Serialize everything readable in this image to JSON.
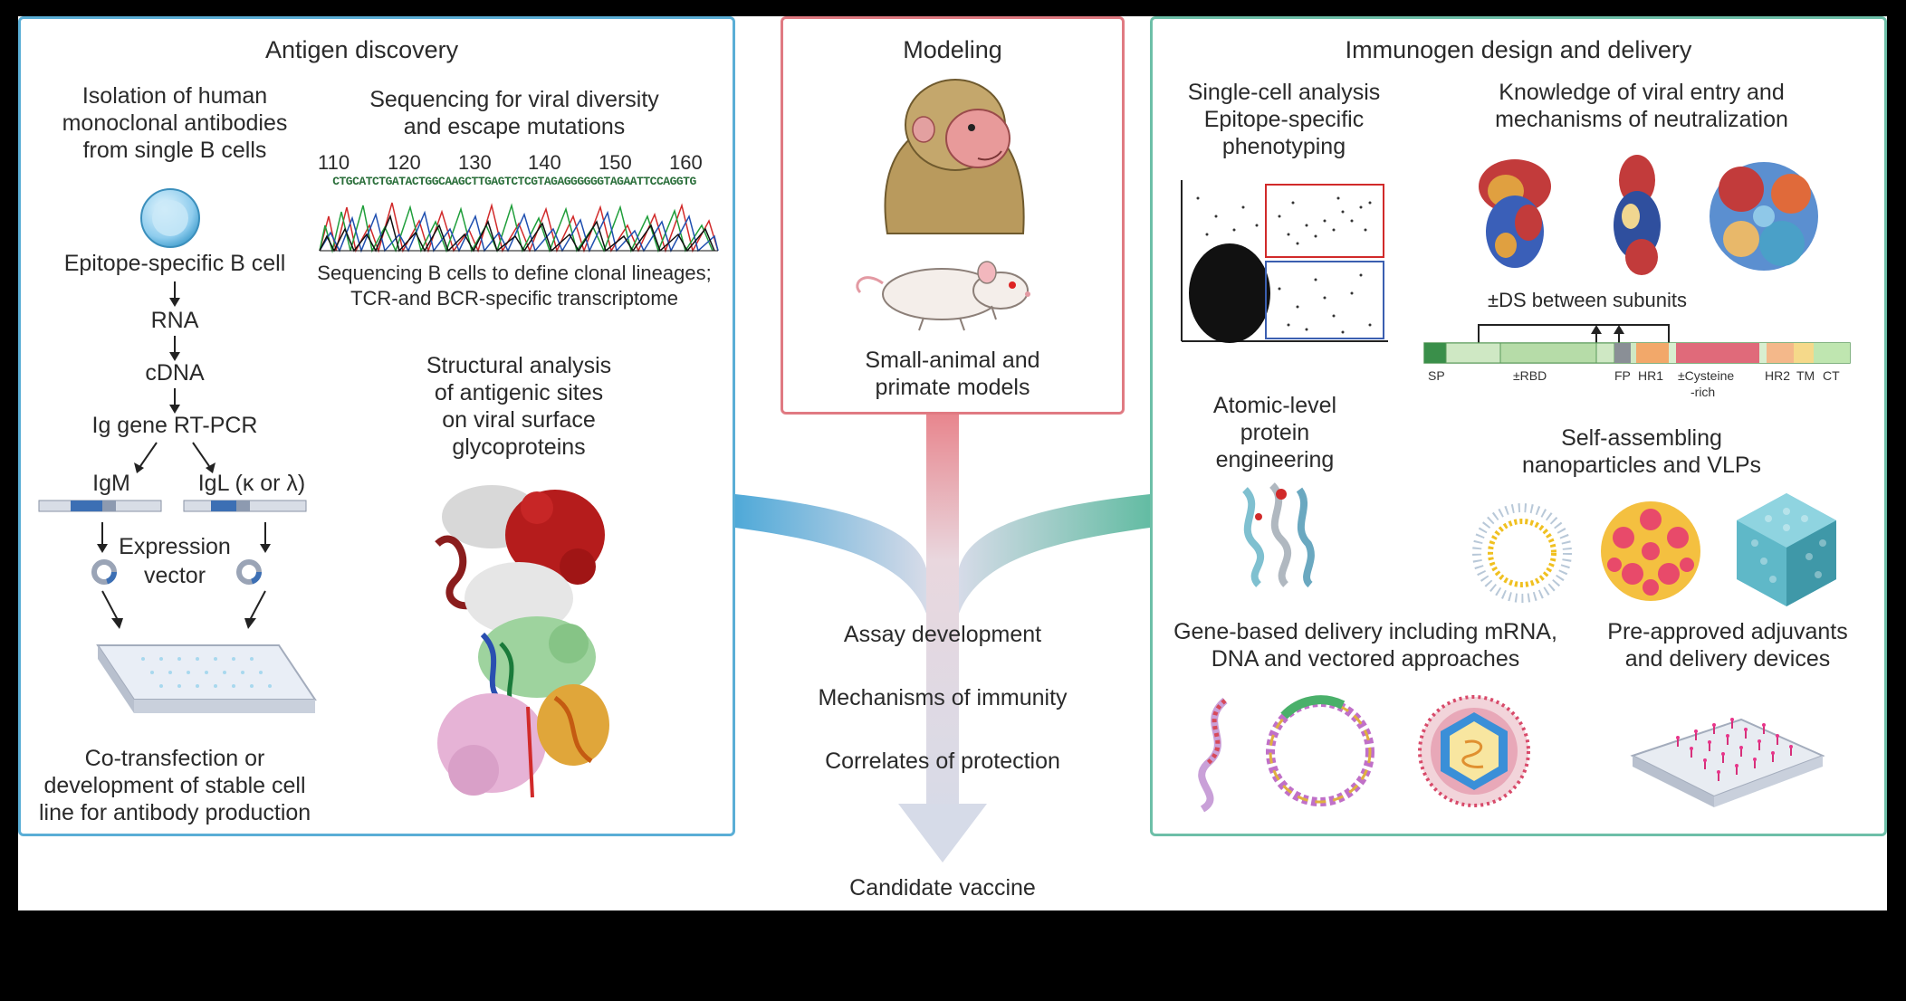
{
  "colors": {
    "antigen_border": "#5aaed6",
    "modeling_border": "#e07a82",
    "immunogen_border": "#6dbfa8",
    "arrow_gray": "#d4d9e6"
  },
  "antigen": {
    "title": "Antigen discovery",
    "isolation": [
      "Isolation of human",
      "monoclonal antibodies",
      "from single B cells"
    ],
    "bcell": "Epitope-specific B cell",
    "rna": "RNA",
    "cdna": "cDNA",
    "rtpcr": "Ig gene RT-PCR",
    "igm": "IgM",
    "igl": "IgL (κ or λ)",
    "expression": [
      "Expression",
      "vector"
    ],
    "cotransfection": [
      "Co-transfection or",
      "development of stable cell",
      "line for antibody production"
    ],
    "sequencing_title": [
      "Sequencing for viral diversity",
      "and escape mutations"
    ],
    "seq_ticks": [
      "110",
      "120",
      "130",
      "140",
      "150",
      "160"
    ],
    "sequence": "CTGCATCTGATACTGGCAAGCTTGAGTCTCGTAGAGGGGGGTAGAATTCCAGGTG",
    "sequencing_caption": [
      "Sequencing B cells to define clonal lineages;",
      "TCR-and BCR-specific transcriptome"
    ],
    "structural": [
      "Structural analysis",
      "of antigenic sites",
      "on viral surface",
      "glycoproteins"
    ]
  },
  "modeling": {
    "title": "Modeling",
    "caption": [
      "Small-animal and",
      "primate models"
    ]
  },
  "center": {
    "assay": "Assay development",
    "mechanisms": "Mechanisms of immunity",
    "correlates": "Correlates of protection",
    "candidate": "Candidate vaccine"
  },
  "immunogen": {
    "title": "Immunogen design and delivery",
    "single_cell": [
      "Single-cell analysis",
      "Epitope-specific",
      "phenotyping"
    ],
    "knowledge": [
      "Knowledge of viral entry and",
      "mechanisms of neutralization"
    ],
    "ds_label": "±DS between subunits",
    "domains": [
      "SP",
      "±RBD",
      "FP",
      "HR1",
      "±Cysteine",
      "-rich",
      "HR2",
      "TM",
      "CT"
    ],
    "atomic": [
      "Atomic-level",
      "protein",
      "engineering"
    ],
    "self_assembling": [
      "Self-assembling",
      "nanoparticles and VLPs"
    ],
    "gene_based": [
      "Gene-based delivery including mRNA,",
      "DNA and vectored approaches"
    ],
    "pre_approved": [
      "Pre-approved adjuvants",
      "and delivery devices"
    ]
  }
}
